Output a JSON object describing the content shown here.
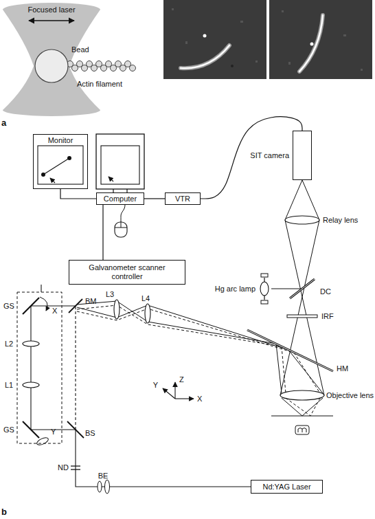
{
  "diagram": {
    "nodes": [
      {
        "text": [
          "Monitor"
        ]
      },
      {
        "text": [
          "Computer"
        ]
      },
      {
        "text": [
          "VTR"
        ]
      },
      {
        "text": [
          "SIT camera"
        ]
      },
      {
        "text": [
          "Galvanometer scanner controller"
        ]
      },
      {
        "text": [
          "Nd:YAG Laser"
        ]
      }
    ],
    "edges": [
      {
        "from": 0,
        "to": 1,
        "arrow": "none"
      },
      {
        "from": 1,
        "to": 2,
        "arrow": "none"
      },
      {
        "from": 2,
        "to": 3,
        "arrow": "none"
      },
      {
        "from": 1,
        "to": 4,
        "arrow": "none"
      }
    ],
    "labels": [
      "Focused laser",
      "Bead",
      "Actin filament",
      "a",
      "Relay lens",
      "DC",
      "Hg arc lamp",
      "IRF",
      "HM",
      "Objective lens",
      "GS",
      "X",
      "L2",
      "L1",
      "GS",
      "Y",
      "BM",
      "BS",
      "ND",
      "BE",
      "L3",
      "L4",
      "Y",
      "Z",
      "X",
      "b"
    ]
  }
}
